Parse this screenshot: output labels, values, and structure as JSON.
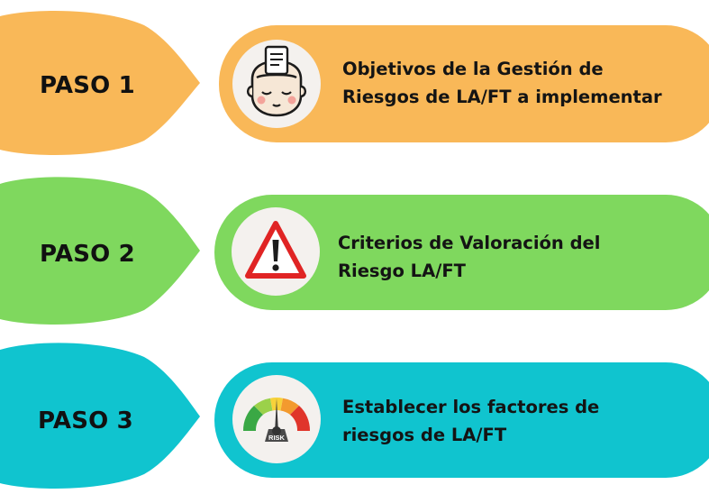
{
  "colors": {
    "step1": "#f9b858",
    "step2": "#7fd85e",
    "step3": "#10c4cf"
  },
  "steps": [
    {
      "label": "PASO 1",
      "lines": [
        "Objetivos de la Gestión de",
        "Riesgos de LA/FT a implementar"
      ],
      "icon": "head-document-icon"
    },
    {
      "label": "PASO 2",
      "lines": [
        "Criterios de Valoración del",
        "Riesgo LA/FT"
      ],
      "icon": "warning-triangle-icon"
    },
    {
      "label": "PASO 3",
      "lines": [
        "Establecer los factores de",
        "riesgos de LA/FT"
      ],
      "icon": "risk-gauge-icon",
      "icon_text": "RISK"
    }
  ]
}
